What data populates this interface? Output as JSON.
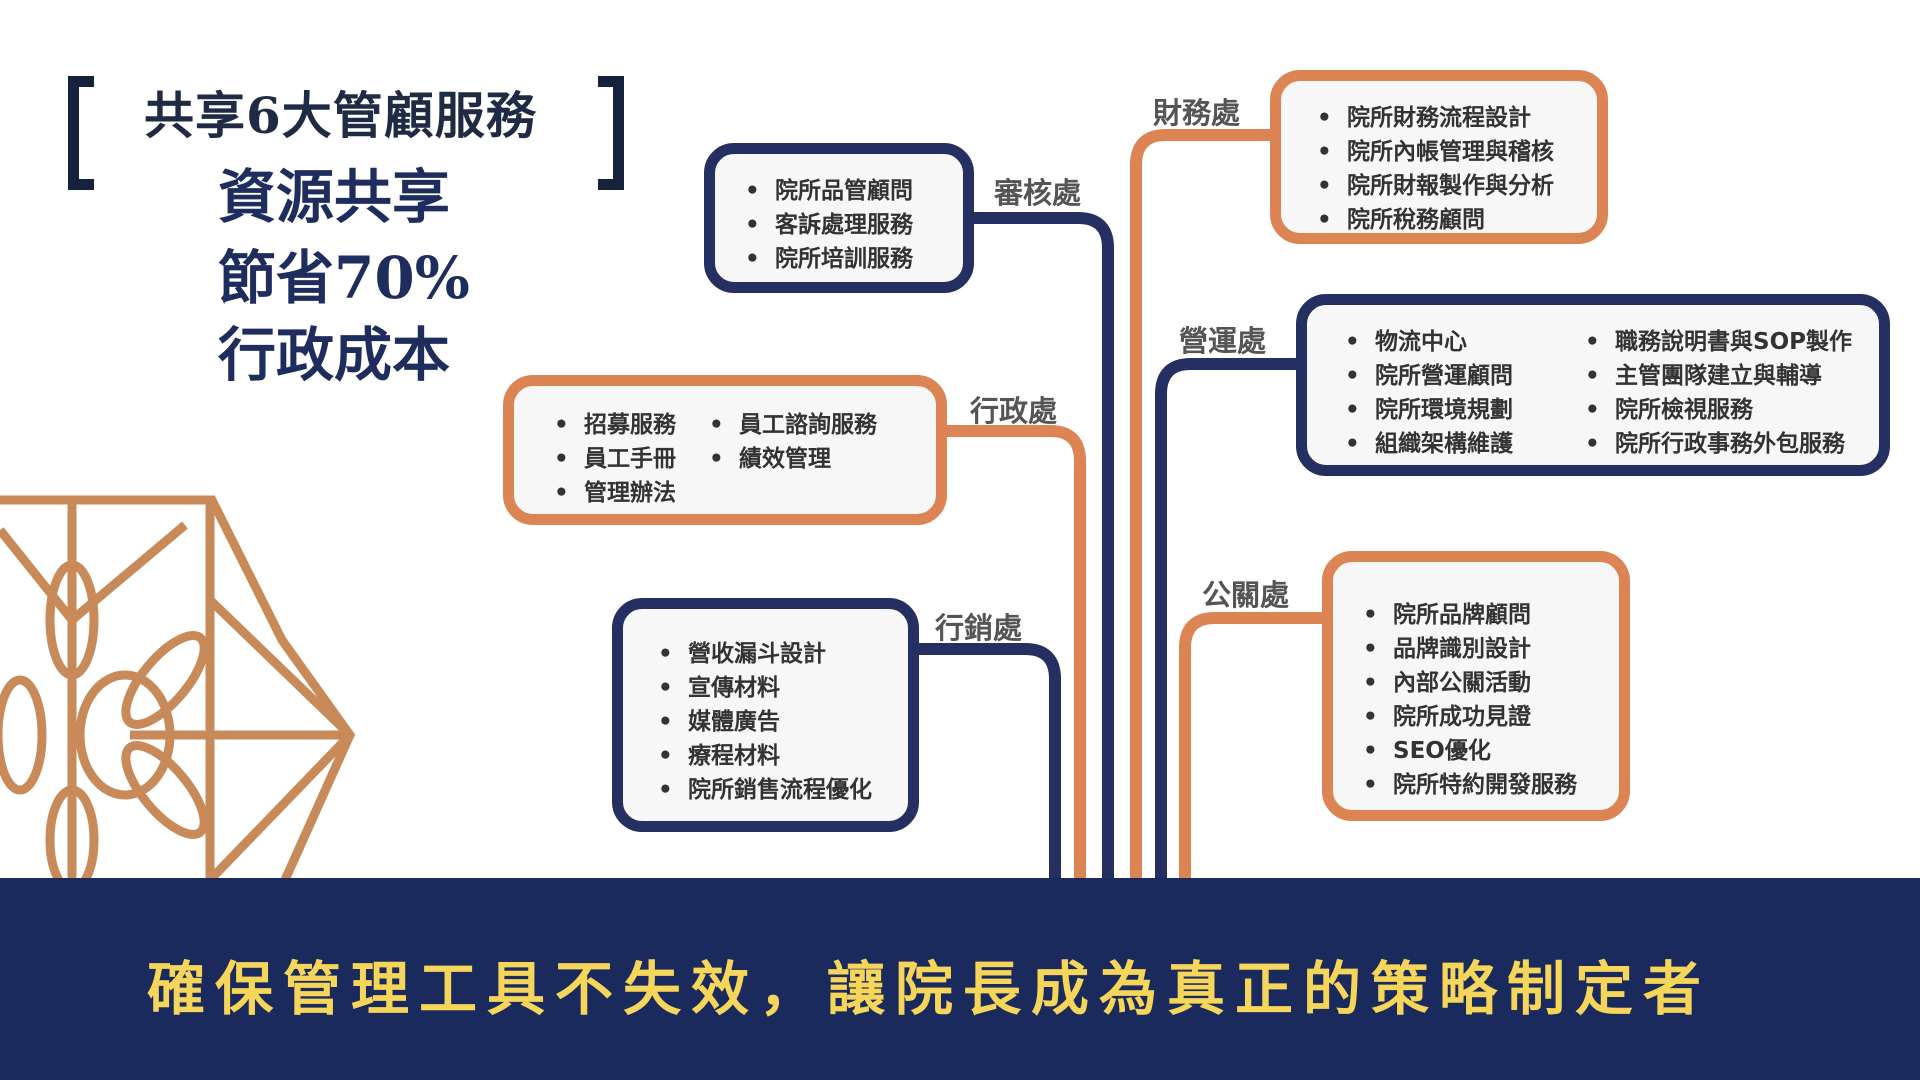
{
  "header": {
    "title": "共享6大管顧服務",
    "subtitle_lines": [
      "資源共享",
      "節省70%",
      "行政成本"
    ]
  },
  "departments": {
    "audit": {
      "label": "審核處",
      "items": [
        "院所品管顧問",
        "客訴處理服務",
        "院所培訓服務"
      ]
    },
    "finance": {
      "label": "財務處",
      "items": [
        "院所財務流程設計",
        "院所內帳管理與稽核",
        "院所財報製作與分析",
        "院所稅務顧問"
      ]
    },
    "operations": {
      "label": "營運處",
      "items_left": [
        "物流中心",
        "院所營運顧問",
        "院所環境規劃",
        "組織架構維護"
      ],
      "items_right": [
        "職務說明書與SOP製作",
        "主管團隊建立與輔導",
        "院所檢視服務",
        "院所行政事務外包服務"
      ]
    },
    "admin": {
      "label": "行政處",
      "items_left": [
        "招募服務",
        "員工手冊",
        "管理辦法"
      ],
      "items_right": [
        "員工諮詢服務",
        "績效管理"
      ]
    },
    "marketing": {
      "label": "行銷處",
      "items": [
        "營收漏斗設計",
        "宣傳材料",
        "媒體廣告",
        "療程材料",
        "院所銷售流程優化"
      ]
    },
    "pr": {
      "label": "公關處",
      "items": [
        "院所品牌顧問",
        "品牌識別設計",
        "內部公關活動",
        "院所成功見證",
        "SEO優化",
        "院所特約開發服務"
      ]
    }
  },
  "footer": {
    "slogan": "確保管理工具不失效，讓院長成為真正的策略制定者"
  },
  "colors": {
    "navy": "#262f62",
    "orange": "#dc8454",
    "banner": "#1b2a5c",
    "gold": "#f5d55a",
    "copper": "#c98a5a"
  }
}
